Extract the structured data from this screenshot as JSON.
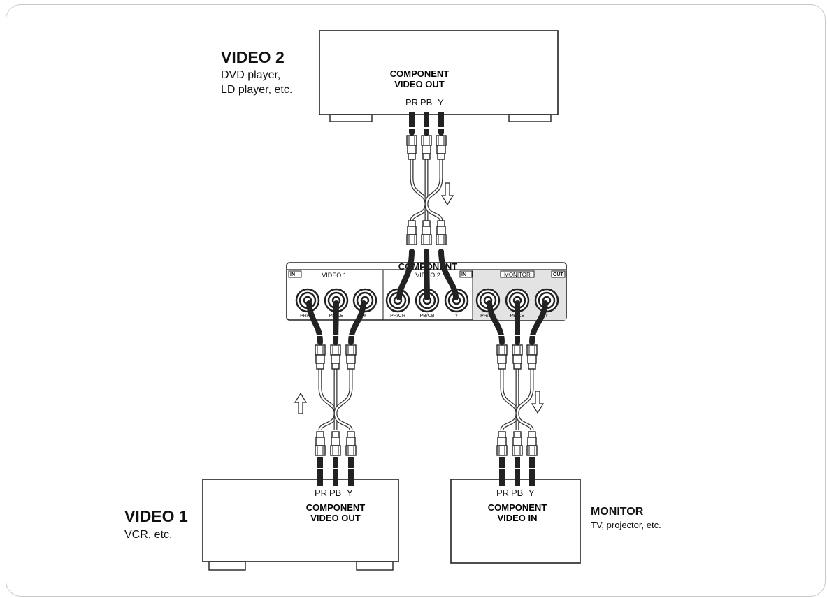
{
  "video2": {
    "title": "VIDEO 2",
    "desc_line1": "DVD player,",
    "desc_line2": "LD player, etc.",
    "jack_line1": "COMPONENT",
    "jack_line2": "VIDEO OUT",
    "pins": [
      "PR",
      "PB",
      "Y"
    ]
  },
  "video1": {
    "title": "VIDEO 1",
    "desc": "VCR, etc.",
    "jack_line1": "COMPONENT",
    "jack_line2": "VIDEO OUT",
    "pins": [
      "PR",
      "PB",
      "Y"
    ]
  },
  "monitor": {
    "title": "MONITOR",
    "desc": "TV, projector, etc.",
    "jack_line1": "COMPONENT",
    "jack_line2": "VIDEO IN",
    "pins": [
      "PR",
      "PB",
      "Y"
    ]
  },
  "panel": {
    "header": "COMPONENT",
    "in_left": "IN",
    "video1": "VIDEO 1",
    "video2": "VIDEO 2",
    "in_mid": "IN",
    "monitor": "MONITOR",
    "out": "OUT",
    "jack_labels": [
      "PR/CR",
      "PB/CB",
      "Y",
      "PR/CR",
      "PB/CB",
      "Y",
      "PR/CR",
      "PB/CB",
      "Y"
    ]
  }
}
